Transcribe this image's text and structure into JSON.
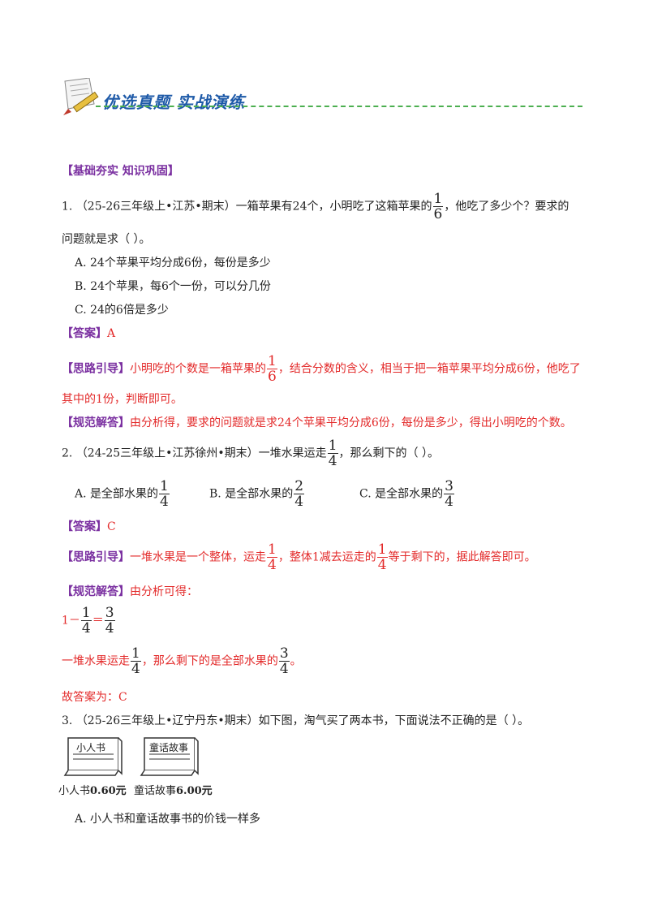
{
  "header": {
    "title": "优选真题  实战演练"
  },
  "section_title": "【基础夯实 知识巩固】",
  "q1": {
    "stem_part1": "1.  （25-26三年级上•江苏•期末）一箱苹果有24个，小明吃了这箱苹果的",
    "frac": {
      "num": "1",
      "den": "6"
    },
    "stem_part2": "，他吃了多少个？要求的",
    "stem_line2": "问题就是求（     ）。",
    "option_a": "A. 24个苹果平均分成6份，每份是多少",
    "option_b": "B. 24个苹果，每6个一份，可以分几份",
    "option_c": "C. 24的6倍是多少",
    "answer_label": "【答案】",
    "answer_value": "A",
    "hint_label": "【思路引导】",
    "hint_part1": "小明吃的个数是一箱苹果的",
    "hint_frac": {
      "num": "1",
      "den": "6"
    },
    "hint_part2": "，结合分数的含义，相当于把一箱苹果平均分成6份，他吃了",
    "hint_line2": "其中的1份，判断即可。",
    "solution_label": "【规范解答】",
    "solution_text": "由分析得，要求的问题就是求24个苹果平均分成6份，每份是多少，得出小明吃的个数。"
  },
  "q2": {
    "stem_part1": "2.  （24-25三年级上•江苏徐州•期末）一堆水果运走",
    "frac": {
      "num": "1",
      "den": "4"
    },
    "stem_part2": "，那么剩下的（     ）。",
    "option_a_text": "A. 是全部水果的",
    "option_a_frac": {
      "num": "1",
      "den": "4"
    },
    "option_b_text": "B. 是全部水果的",
    "option_b_frac": {
      "num": "2",
      "den": "4"
    },
    "option_c_text": "C. 是全部水果的",
    "option_c_frac": {
      "num": "3",
      "den": "4"
    },
    "answer_label": "【答案】",
    "answer_value": "C",
    "hint_label": "【思路引导】",
    "hint_part1": "一堆水果是一个整体，运走",
    "hint_frac1": {
      "num": "1",
      "den": "4"
    },
    "hint_part2": "，整体1减去运走的",
    "hint_frac2": {
      "num": "1",
      "den": "4"
    },
    "hint_part3": "等于剩下的，据此解答即可。",
    "solution_label": "【规范解答】",
    "solution_text": "由分析可得：",
    "eq_one": "1－",
    "eq_frac1": {
      "num": "1",
      "den": "4"
    },
    "eq_equals": "＝",
    "eq_frac2": {
      "num": "3",
      "den": "4"
    },
    "concl_part1": "一堆水果运走",
    "concl_frac1": {
      "num": "1",
      "den": "4"
    },
    "concl_part2": "，那么剩下的是全部水果的",
    "concl_frac2": {
      "num": "3",
      "den": "4"
    },
    "concl_part3": "。",
    "final_answer": "故答案为：C"
  },
  "q3": {
    "stem": "3.  （25-26三年级上•辽宁丹东•期末）如下图，淘气买了两本书，下面说法不正确的是（     ）。",
    "book1_cover": "小人书",
    "book1_caption_name": "小人书",
    "book1_caption_price": "0.60元",
    "book2_cover": "童话故事",
    "book2_caption_name": "童话故事",
    "book2_caption_price": "6.00元",
    "option_a": "A. 小人书和童话故事书的价钱一样多"
  }
}
